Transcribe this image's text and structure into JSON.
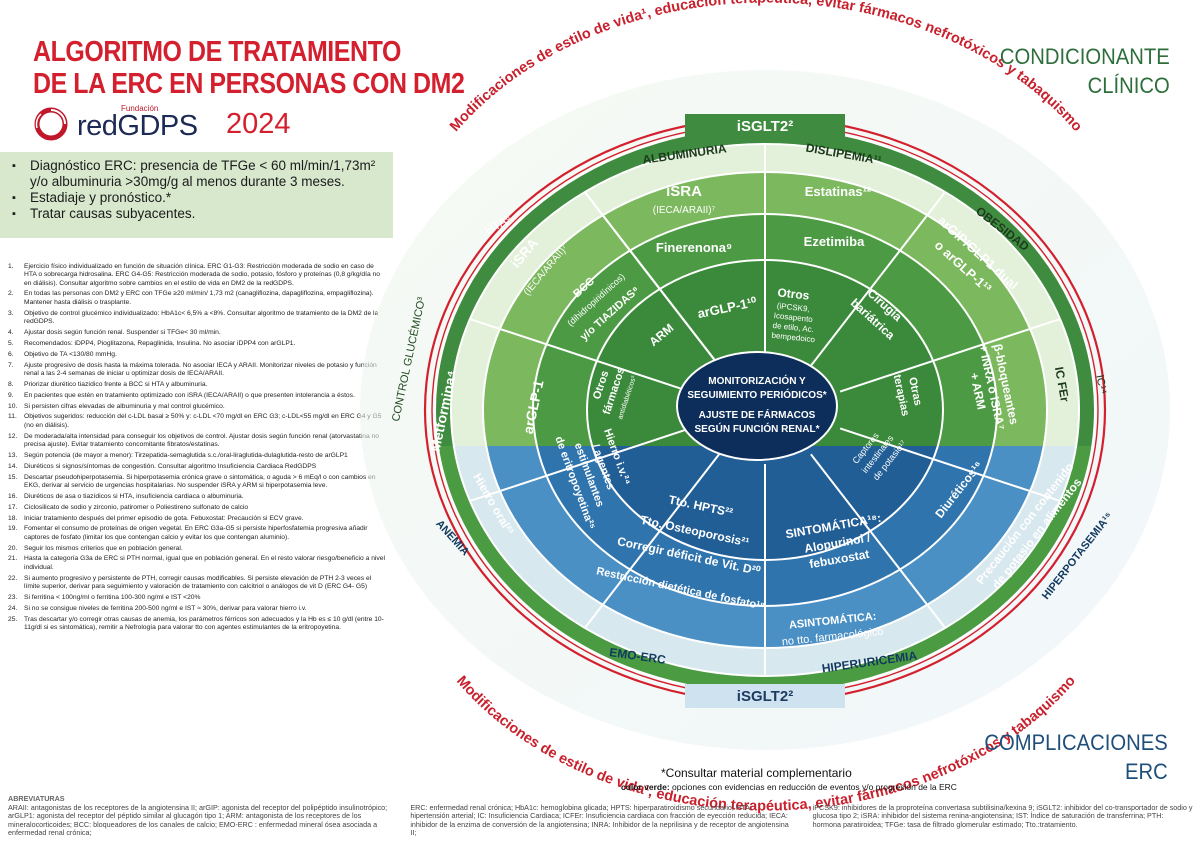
{
  "title": {
    "line1": "ALGORITMO DE TRATAMIENTO",
    "line2": "DE LA ERC EN PERSONAS CON DM2"
  },
  "logo": {
    "foundation": "Fundación",
    "name": "redGDPS",
    "year": "2024"
  },
  "diagnosis": {
    "items": [
      "Diagnóstico ERC: presencia de TFGe < 60 ml/min/1,73m² y/o albuminuria >30mg/g al menos durante 3 meses.",
      "Estadiaje y pronóstico.*",
      "Tratar causas subyacentes."
    ]
  },
  "corner": {
    "condicionante_line1": "CONDICIONANTE",
    "condicionante_line2": "CLÍNICO",
    "complicaciones_line1": "COMPLICACIONES",
    "complicaciones_line2": "ERC"
  },
  "arc_text": {
    "top": "Modificaciones de estilo de vida¹, educación terapéutica, evitar fármacos nefrotóxicos y tabaquismo",
    "bottom": "Modificaciones de estilo de vida¹, educación terapéutica, evitar fármacos nefrotóxicos y tabaquismo"
  },
  "wheel": {
    "isglt2_top": "iSGLT2²",
    "isglt2_bottom": "iSGLT2²",
    "center_line1": "MONITORIZACIÓN Y",
    "center_line2": "SEGUIMIENTO PERIÓDICOS*",
    "center_line3": "AJUSTE DE FÁRMACOS",
    "center_line4": "SEGÚN FUNCIÓN RENAL*",
    "conditions": {
      "control_glucemico": "CONTROL GLUCÉMICO³",
      "hta": "HTA⁶",
      "albuminuria": "ALBUMINURIA",
      "dislipemia": "DISLIPEMIA¹¹",
      "obesidad": "OBESIDAD",
      "ic": "IC¹⁴",
      "anemia": "ANEMIA",
      "emo_erc": "EMO-ERC",
      "hiperuricemia": "HIPERURICEMIA",
      "hiperpotasemia": "HIPERPOTASEMIA¹⁵"
    },
    "treatments": {
      "metformina": "Metformina⁴",
      "arglp1": "arGLP-1",
      "otros_farmacos_1": "Otros",
      "otros_farmacos_2": "fármacos",
      "otros_farmacos_3": "antidiabéticos⁵",
      "isra_hta_1": "iSRA",
      "isra_hta_2": "(IECA/ARAII)⁷",
      "bcc_1": "BCC",
      "bcc_2": "(dihidropiridínicos)",
      "bcc_3": "y/o TIAZIDAS⁸",
      "arm": "ARM",
      "isra_alb_1": "iSRA",
      "isra_alb_2": "(IECA/ARAII)⁷",
      "finerenona": "Finerenona⁹",
      "arglp1_10": "arGLP-1¹⁰",
      "estatinas": "Estatinas¹²",
      "ezetimiba": "Ezetimiba",
      "otros_lip_1": "Otros",
      "otros_lip_2": "(iPCSK9,",
      "otros_lip_3": "Icosapento",
      "otros_lip_4": "de etilo, Ac.",
      "otros_lip_5": "bempedoico",
      "argip_1": "arGIP/GLP1 dual",
      "argip_2": "o arGLP-1¹³",
      "cirugia_1": "Cirugía",
      "cirugia_2": "bariátrica",
      "ic_fer": "IC FEr",
      "bbloq_1": "β-bloqueantes",
      "bbloq_2": "+ INRA o iSRA⁷",
      "bbloq_3": "+ ARM",
      "otras_terapias_1": "Otras",
      "otras_terapias_2": "terapias",
      "hierro_oral": "Hierro oral²³",
      "hierro_iv_1": "Hierro i.v.²⁴",
      "hierro_iv_2": "/ agentes",
      "hierro_iv_3": "estimulantes",
      "hierro_iv_4": "de eritropoyetina²⁵",
      "tto_hpts": "Tto. HPTS²²",
      "tto_osteo": "Tto. Osteoporosis²¹",
      "vitd": "Corregir déficit de Vit. D²⁰",
      "fosfato": "Restricción dietética de fosfato¹⁹",
      "sintomatica_1": "SINTOMÁTICA¹⁸:",
      "sintomatica_2": "Alopurinol /",
      "sintomatica_3": "febuxostat",
      "asintomatica_1": "ASINTOMÁTICA:",
      "asintomatica_2": "no tto. farmacológico",
      "captores_1": "Captores",
      "captores_2": "intestinales",
      "captores_3": "de potasio¹⁷",
      "diureticos": "Diuréticos¹⁶",
      "precaucion_1": "Precaución con contenido",
      "precaucion_2": "de potasio en alimentos"
    }
  },
  "notes": [
    {
      "n": "1.",
      "t": "Ejercicio físico individualizado en función de situación clínica. ERC G1-G3: Restricción moderada de sodio en caso de HTA o sobrecarga hidrosalina. ERC G4-G5: Restricción moderada de sodio, potasio, fósforo y proteínas (0,8 g/kg/día no en diálisis). Consultar algoritmo sobre cambios en el estilo de vida en DM2 de la redGDPS."
    },
    {
      "n": "2.",
      "t": "En todas las personas con DM2 y ERC con TFGe ≥20 ml/min/ 1,73 m2 (canagliflozina, dapagliflozina, empagliflozina). Mantener hasta diálisis o trasplante."
    },
    {
      "n": "3.",
      "t": "Objetivo de control glucémico individualizado: HbA1c< 6,5% a <8%. Consultar algoritmo de tratamiento de la DM2 de la redGDPS."
    },
    {
      "n": "4.",
      "t": "Ajustar dosis según función renal. Suspender si TFGe< 30 ml/min."
    },
    {
      "n": "5.",
      "t": "Recomendados: iDPP4, Pioglitazona, Repaglinida, Insulina. No asociar iDPP4 con arGLP1."
    },
    {
      "n": "6.",
      "t": "Objetivo de TA <130/80 mmHg."
    },
    {
      "n": "7.",
      "t": "Ajuste progresivo de dosis hasta la máxima tolerada. No asociar IECA y ARAII. Monitorizar niveles de potasio y función renal a las 2-4 semanas de iniciar u optimizar dosis de IECA/ARAII."
    },
    {
      "n": "8.",
      "t": "Priorizar diurético tiazídico frente a BCC si HTA y albuminuria."
    },
    {
      "n": "9.",
      "t": "En pacientes que estén en tratamiento optimizado con iSRA (IECA/ARAII) o que presenten intolerancia a éstos."
    },
    {
      "n": "10.",
      "t": "Si persisten cifras elevadas de albuminuria y mal control glucémico."
    },
    {
      "n": "11.",
      "t": "Objetivos sugeridos: reducción del c-LDL basal ≥ 50% y: c-LDL <70 mg/dl en ERC G3; c-LDL<55 mg/dl en ERC G4 y G5 (no en diálisis)."
    },
    {
      "n": "12.",
      "t": "De moderada/alta intensidad para conseguir los objetivos de control. Ajustar dosis según función renal (atorvastatina no precisa ajuste). Evitar tratamiento concomitante fibratos/estatinas."
    },
    {
      "n": "13.",
      "t": "Según potencia (de mayor a menor): Tirzepatida-semaglutida s.c./oral-liraglutida-dulaglutida-resto de arGLP1"
    },
    {
      "n": "14.",
      "t": "Diuréticos si signos/síntomas de congestión. Consultar algoritmo Insuficiencia Cardiaca RedGDPS"
    },
    {
      "n": "15.",
      "t": "Descartar pseudohiperpotasemia. Si hiperpotasemia crónica grave o sintomática, o aguda > 6 mEq/l o con cambios en EKG, derivar al servicio de urgencias hospitalarias. No suspender iSRA y ARM si hiperpotasemia leve."
    },
    {
      "n": "16.",
      "t": "Diuréticos de asa o tiazídicos si HTA, insuficiencia cardiaca o albuminuria."
    },
    {
      "n": "17.",
      "t": "Ciclosilicato de sodio y zirconio, patiromer o Poliestireno sulfonato de calcio"
    },
    {
      "n": "18.",
      "t": "Iniciar tratamiento después del primer episodio de gota. Febuxostat: Precaución si ECV grave."
    },
    {
      "n": "19.",
      "t": "Fomentar el consumo de proteínas de origen vegetal. En ERC G3a-G5 si persiste hiperfosfatemia progresiva añadir captores de fosfato (limitar los que contengan calcio y evitar los que contengan aluminio)."
    },
    {
      "n": "20.",
      "t": "Seguir los mismos criterios que en población general."
    },
    {
      "n": "21.",
      "t": "Hasta la categoría G3a de ERC si PTH normal, igual que en población general. En el resto valorar riesgo/beneficio a nivel individual."
    },
    {
      "n": "22.",
      "t": "Si aumento progresivo y persistente de PTH, corregir causas modificables. Si persiste elevación de PTH 2-3 veces el límite superior, derivar para seguimiento y valoración de tratamiento con calcitriol o análogos de vit D (ERC G4- G5)"
    },
    {
      "n": "23.",
      "t": "Si ferritina < 100ng/ml o ferritina 100-300 ng/ml e IST <20%"
    },
    {
      "n": "24.",
      "t": "Si no se consigue niveles de ferritina 200-500 ng/ml e IST ≈ 30%, derivar para valorar hierro i.v."
    },
    {
      "n": "25.",
      "t": "Tras descartar y/o corregir otras causas de anemia, los parámetros férricos son adecuados y la Hb es ≤ 10 g/dl (entre 10-11g/dl si es sintomática), remitir a Nefrología para valorar tto con agentes estimulantes de la eritropoyetina."
    }
  ],
  "abbreviations": {
    "heading": "ABREVIATURAS",
    "col1": "ARAII: antagonistas de los receptores de la angiotensina II; arGIP: agonista del receptor del polipéptido insulinotrópico; arGLP1: agonista del receptor del péptido similar al glucagón tipo 1; ARM: antagonista de los receptores de los mineralocorticoides; BCC: bloqueadores de los canales de calcio; EMO-ERC : enfermedad mineral ósea asociada a enfermedad renal crónica;",
    "col2": "ERC: enfermedad renal crónica; HbA1c: hemoglobina glicada; HPTS: hiperparatiroidismo secundario; HTA: hipertensión arterial; IC: Insuficiencia Cardiaca; ICFEr: Insuficiencia cardiaca con fracción de eyección reducida; IECA: inhibidor de la enzima de conversión de la angiotensina; INRA: Inhibidor de la neprilisina y de receptor de angiotensina II;",
    "col3": "iPCSK9: inhibidores de la proproteína convertasa subtilisina/kexina 9; iSGLT2: inhibidor del co-transportador de sodio y glucosa tipo 2; iSRA: inhibidor del sistema renina-angiotensina; IST: Índice de saturación de transferrina; PTH: hormona paratiroidea; TFGe: tasa de filtrado glomerular estimado; Tto.:tratamiento."
  },
  "footer": {
    "consultar": "*Consultar material complementario",
    "color_note_label": "color verde:",
    "color_note_text": " opciones con evidencias en reducción de eventos y/o progresión de la ERC"
  },
  "colors": {
    "red": "#d4202e",
    "green_dark": "#3f8b3f",
    "green_mid": "#6fae55",
    "green_light": "#d8ead0",
    "blue_dark": "#14467a",
    "blue_mid": "#2e6fa4",
    "blue_light": "#cfe2ef",
    "navy_center": "#0d2e5a"
  }
}
